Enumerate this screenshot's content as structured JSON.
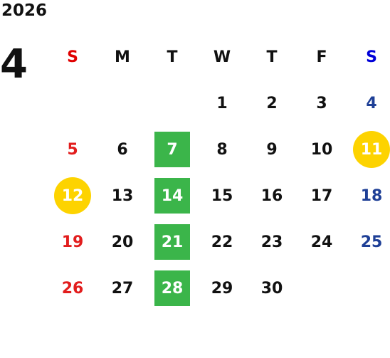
{
  "calendar": {
    "year": "2026",
    "month": "4",
    "weekdays": [
      "S",
      "M",
      "T",
      "W",
      "T",
      "F",
      "S"
    ],
    "weeks": [
      [
        "",
        "",
        "",
        "1",
        "2",
        "3",
        "4"
      ],
      [
        "5",
        "6",
        "7",
        "8",
        "9",
        "10",
        "11"
      ],
      [
        "12",
        "13",
        "14",
        "15",
        "16",
        "17",
        "18"
      ],
      [
        "19",
        "20",
        "21",
        "22",
        "23",
        "24",
        "25"
      ],
      [
        "26",
        "27",
        "28",
        "29",
        "30",
        "",
        ""
      ]
    ],
    "green_marked_days": [
      "7",
      "14",
      "21",
      "28"
    ],
    "yellow_marked_days": [
      "11",
      "12"
    ]
  },
  "colors": {
    "sunday": "#e21d1d",
    "saturday": "#1e3f96",
    "sunday_header": "#e00000",
    "saturday_header": "#0000d8",
    "green_mark": "#3bb54a",
    "yellow_mark": "#fdd300",
    "text": "#111111"
  }
}
